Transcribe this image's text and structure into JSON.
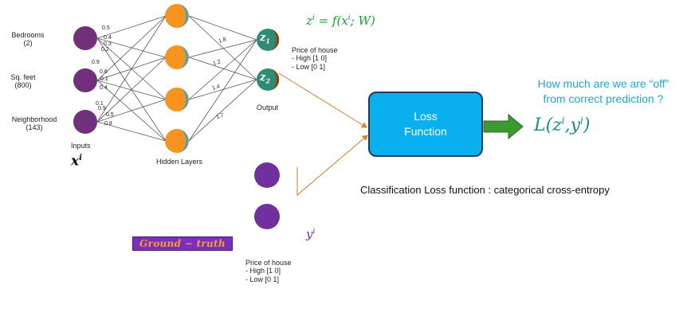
{
  "network": {
    "inputs": [
      {
        "name": "Bedrooms",
        "value": "(2)"
      },
      {
        "name": "Sq. feet",
        "value": "(800)"
      },
      {
        "name": "Neighborhood",
        "value": "(143)"
      }
    ],
    "inputs_label": "Inputs",
    "input_symbol": "x",
    "input_symbol_sup": "i",
    "hidden_label": "Hidden Layers",
    "output_label": "Output",
    "output_nodes": [
      {
        "symbol": "z",
        "sub": "1"
      },
      {
        "symbol": "z",
        "sub": "2"
      }
    ],
    "input_weights": [
      "0.5",
      "0.4",
      "0.3",
      "0.2",
      "0.9",
      "0.6",
      "0.1",
      "0.4",
      "0.1",
      "0.9",
      "0.5",
      "0.8"
    ],
    "output_weights": [
      "1.8",
      "1.2",
      "1.4",
      "1.7"
    ],
    "prediction_label": {
      "title": "Price of house",
      "lines": [
        "- High [1 0]",
        "- Low  [0 1]"
      ]
    }
  },
  "formula": {
    "z": "z",
    "sup": "i",
    "rest": " = f(x",
    "rest_sup": "i",
    "tail": "; W)"
  },
  "loss_box": {
    "line1": "Loss",
    "line2": "Function"
  },
  "off_question": {
    "line1": "How much are we are “off”",
    "line2": "from correct prediction ?"
  },
  "loss_expr": {
    "prefix": "L(z",
    "sup1": "i",
    "mid": ",y",
    "sup2": "i",
    "suffix": ")"
  },
  "classification_text": "Classification Loss function : categorical cross-entropy",
  "ground_truth": {
    "banner": "Ground − truth",
    "symbol": "y",
    "symbol_sup": "i",
    "label": {
      "title": "Price of house",
      "lines": [
        "- High [1 0]",
        "- Low  [0 1]"
      ]
    }
  },
  "colors": {
    "input_node": "#70307a",
    "hidden_orange": "#f7941d",
    "hidden_blue": "#29abe2",
    "output_teal": "#2e8b74",
    "output_brown": "#8b4513",
    "ground_truth_node": "#7030a0",
    "loss_box": "#0ab0ee",
    "arrow_green": "#3c9b2e",
    "orange_line": "#e07a2e",
    "formula_green": "#1aa02e",
    "question_blue": "#1ea7d6",
    "loss_expr_teal": "#138f8f",
    "y_purple": "#7030a0"
  }
}
